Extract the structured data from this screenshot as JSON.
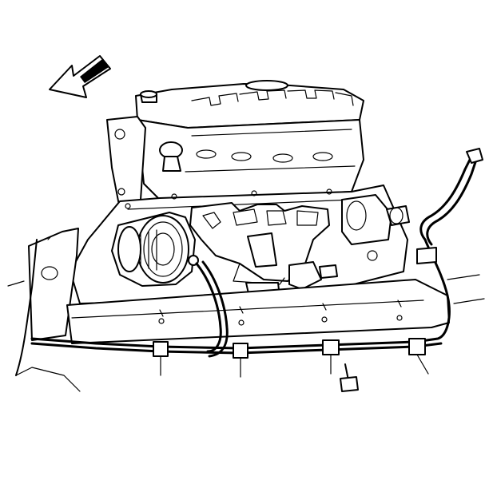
{
  "diagram": {
    "description_elements": [
      "engine-block",
      "valve-cover",
      "exhaust-manifold",
      "ac-compressor",
      "battery-cable-harness",
      "cable-clips",
      "bolt",
      "direction-arrow"
    ],
    "colors": {
      "line": "#000000",
      "background": "#ffffff"
    }
  }
}
